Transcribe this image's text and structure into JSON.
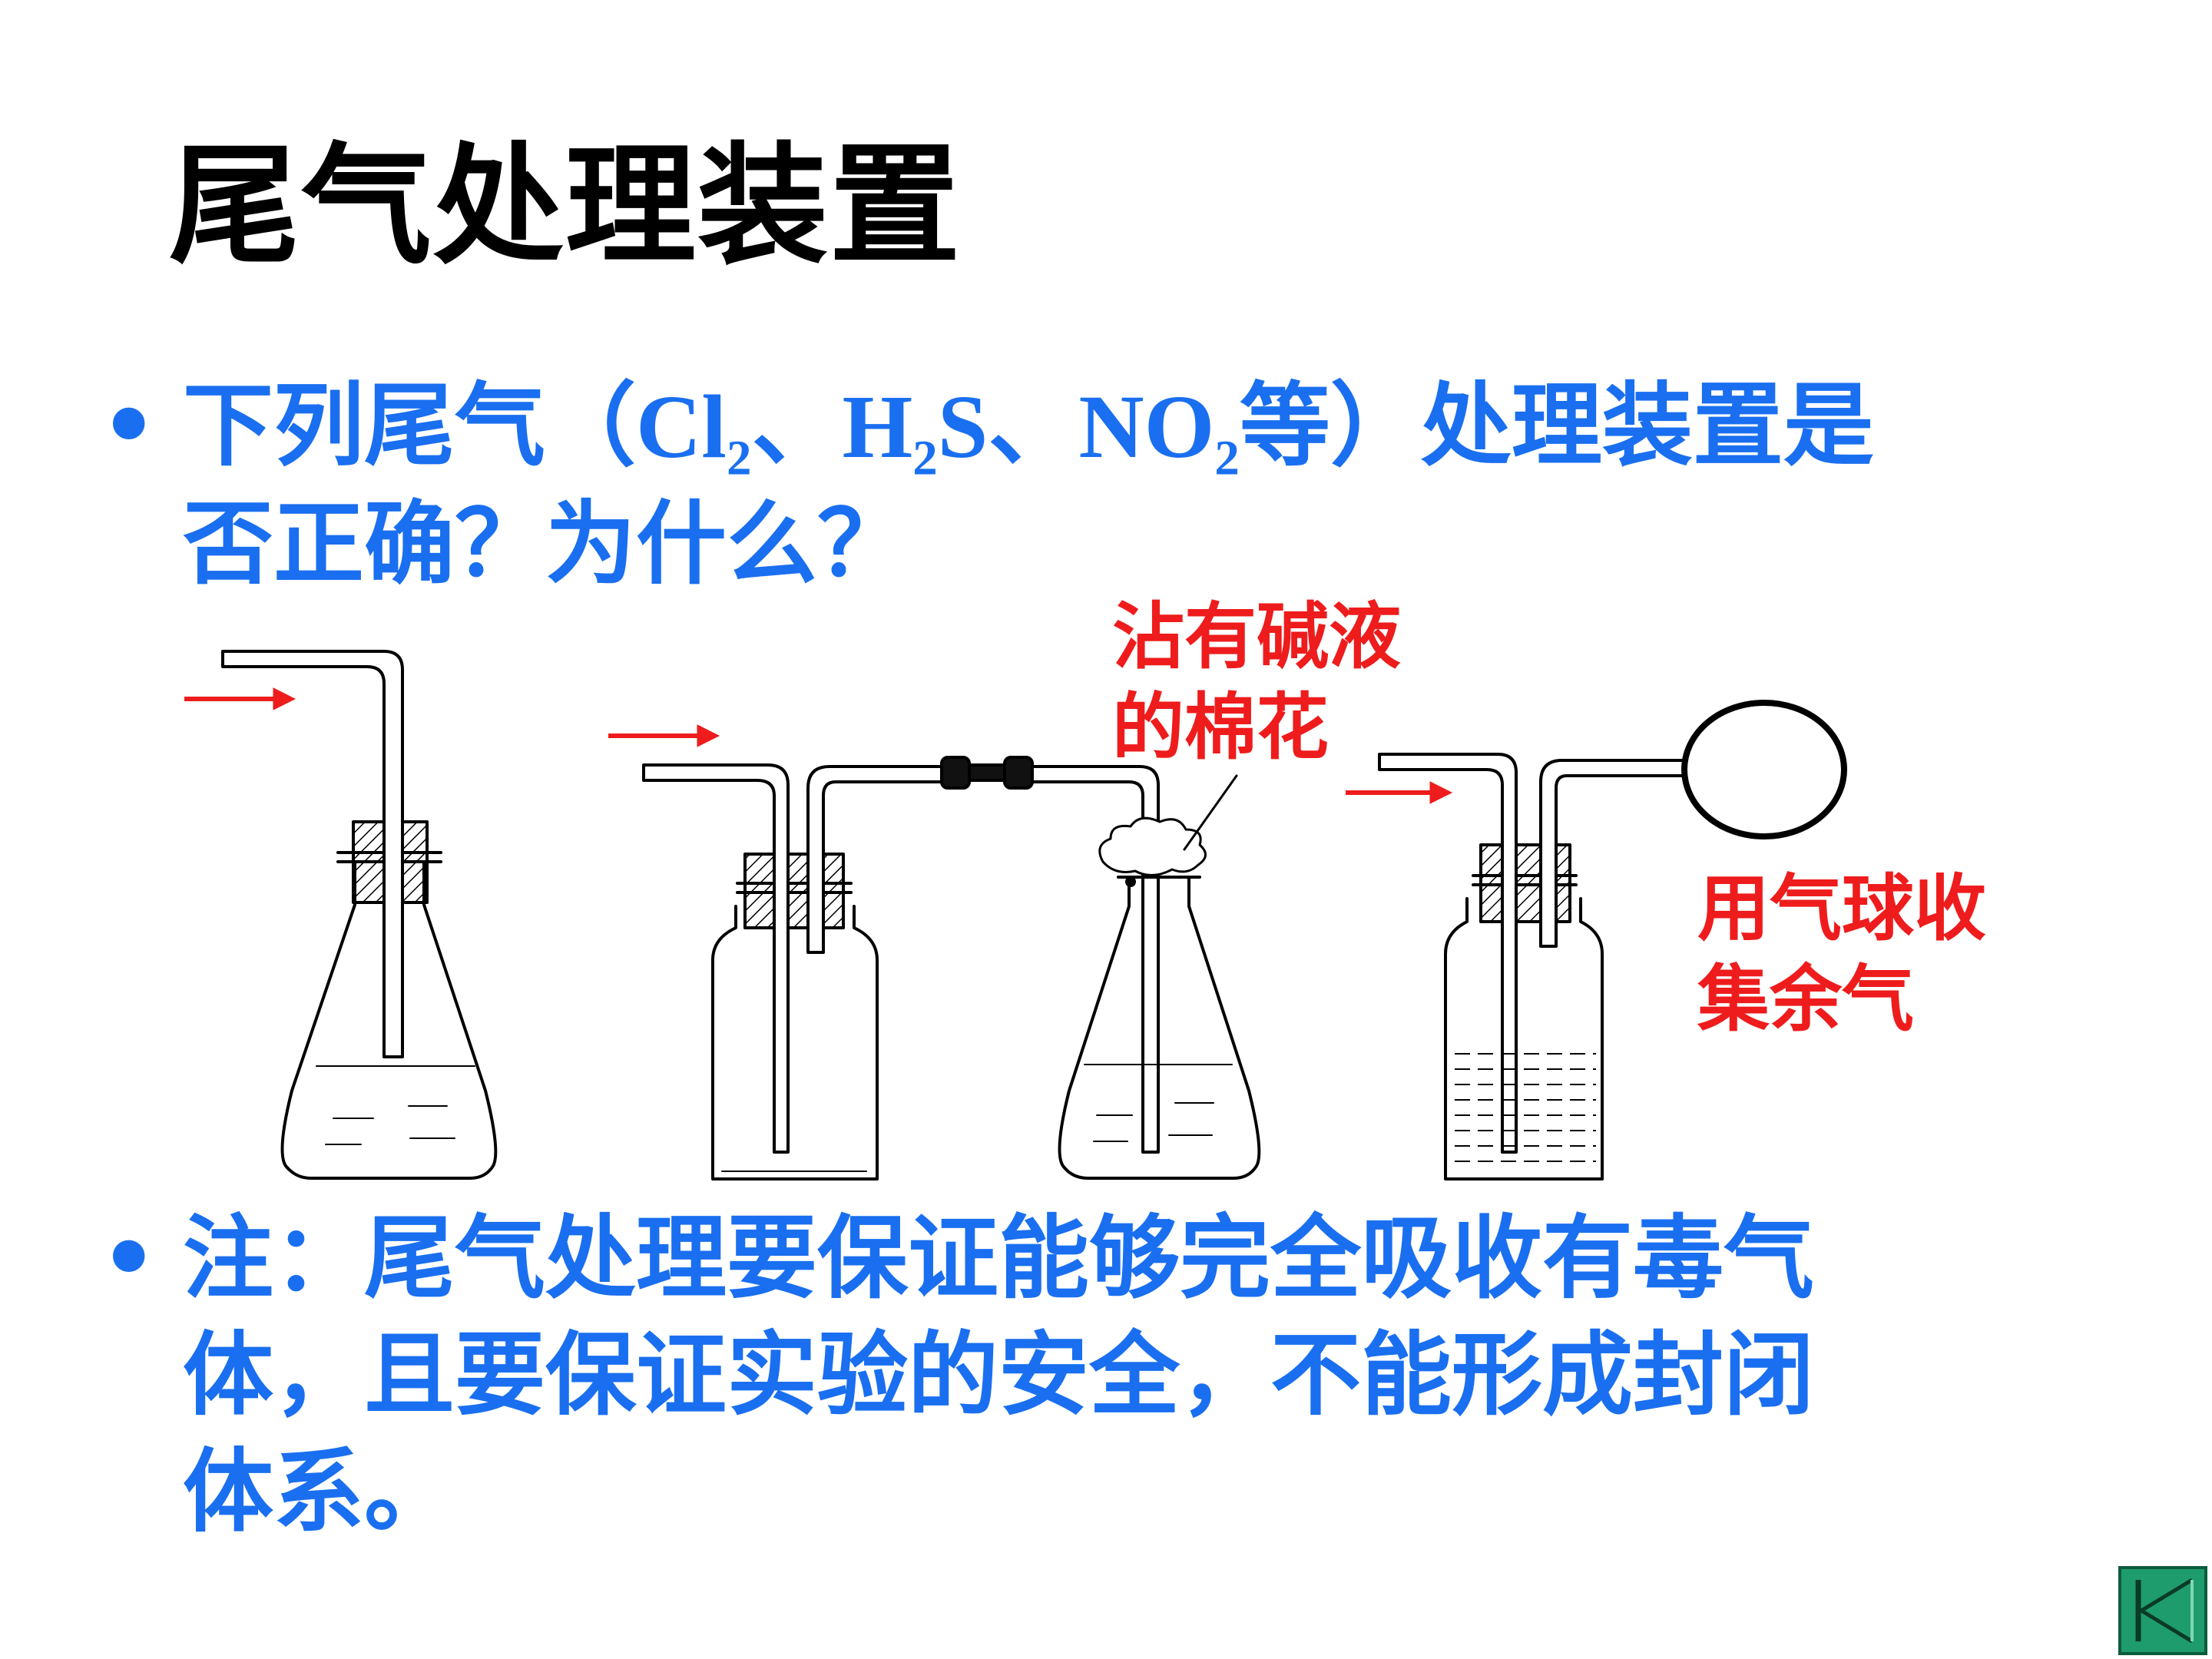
{
  "slide": {
    "title": "尾气处理装置",
    "question": {
      "bullet": "•",
      "line1_a": "下列尾气（",
      "cl": "Cl",
      "cl_sub": "2",
      "sep1": "、",
      "h": "H",
      "h_sub": "2",
      "s": "S",
      "sep2": "、",
      "no": "NO",
      "no_sub": "2",
      "line1_b": "等）处理装置是",
      "line2": "否正确？为什么？"
    },
    "labels": {
      "cotton_line1": "沾有碱液",
      "cotton_line2": "的棉花",
      "balloon_line1": "用气球收",
      "balloon_line2": "集余气"
    },
    "note": {
      "bullet": "•",
      "line1": "注：尾气处理要保证能够完全吸收有毒气",
      "line2": "体，且要保证实验的安全，不能形成封闭",
      "line3": "体系。"
    }
  },
  "colors": {
    "title": "#000000",
    "body_text": "#1a6ff0",
    "label_red": "#ee1c1c",
    "arrow_red": "#ee1c1c",
    "nav_button": "#1e9c6e"
  },
  "icons": {
    "nav_button": "first-slide-icon"
  }
}
